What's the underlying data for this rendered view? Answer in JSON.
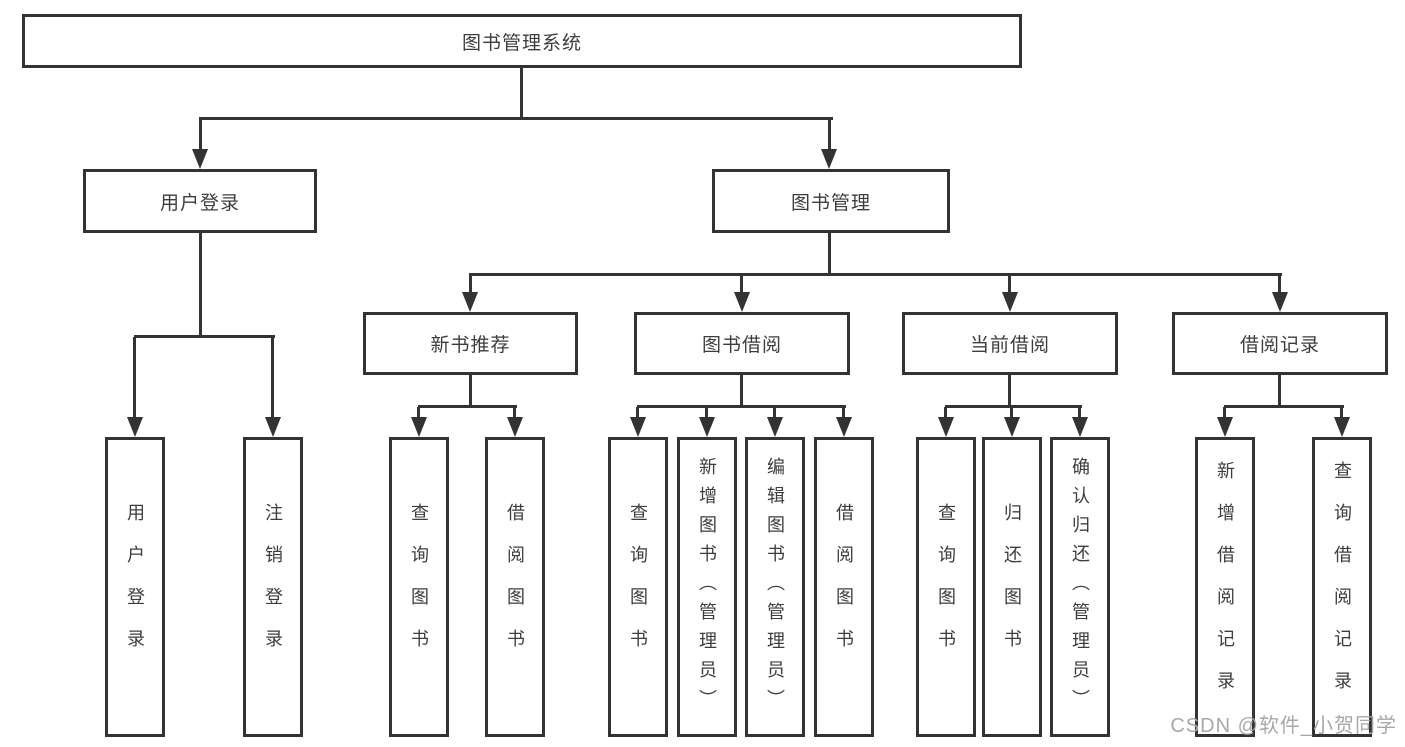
{
  "tree": {
    "root": {
      "label": "图书管理系统"
    },
    "branches": [
      {
        "label": "用户登录",
        "children": [
          {
            "label": "用户登录"
          },
          {
            "label": "注销登录"
          }
        ]
      },
      {
        "label": "图书管理",
        "children": [
          {
            "label": "新书推荐",
            "children": [
              {
                "label": "查询图书"
              },
              {
                "label": "借阅图书"
              }
            ]
          },
          {
            "label": "图书借阅",
            "children": [
              {
                "label": "查询图书"
              },
              {
                "label": "新增图书（管理员）"
              },
              {
                "label": "编辑图书（管理员）"
              },
              {
                "label": "借阅图书"
              }
            ]
          },
          {
            "label": "当前借阅",
            "children": [
              {
                "label": "查询图书"
              },
              {
                "label": "归还图书"
              },
              {
                "label": "确认归还（管理员）"
              }
            ]
          },
          {
            "label": "借阅记录",
            "children": [
              {
                "label": "新增借阅记录"
              },
              {
                "label": "查询借阅记录"
              }
            ]
          }
        ]
      }
    ]
  },
  "watermark": {
    "text": "CSDN @软件_小贺同学"
  },
  "colors": {
    "line": "#333333",
    "text": "#3d3d3d",
    "background": "#ffffff",
    "watermark": "#a8a8a8"
  }
}
